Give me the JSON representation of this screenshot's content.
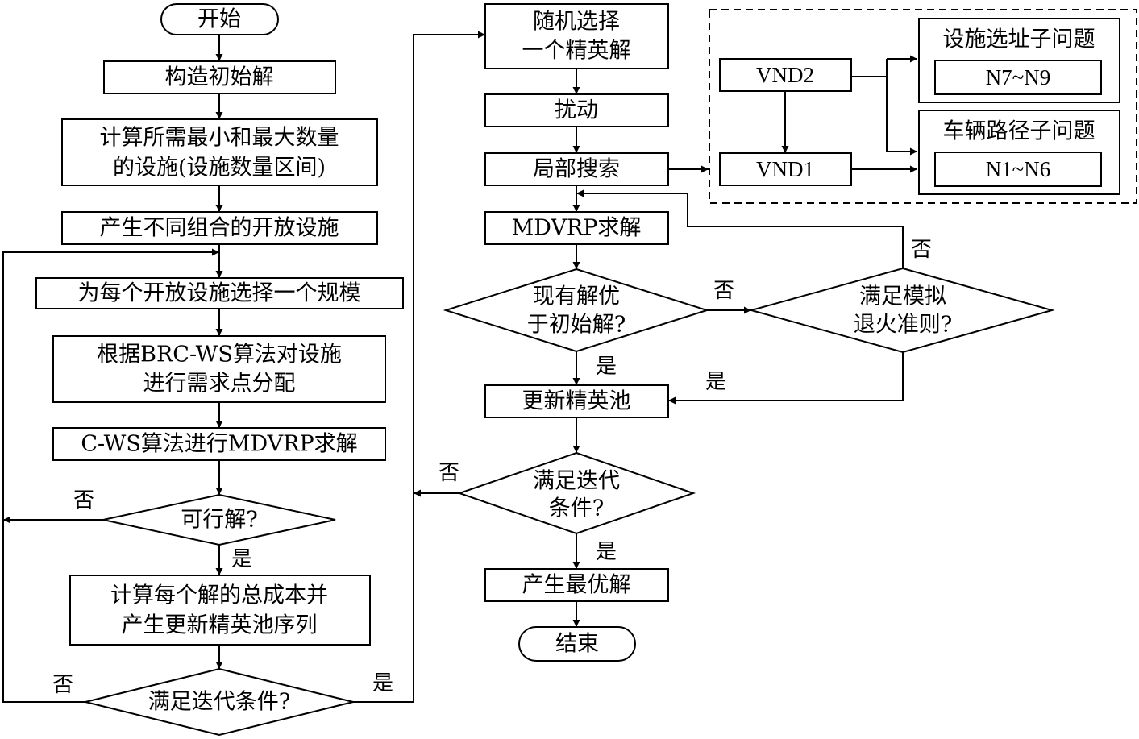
{
  "nodes": {
    "start": "开始",
    "construct_init": "构造初始解",
    "calc_range_l1": "计算所需最小和最大数量",
    "calc_range_l2": "的设施(设施数量区间)",
    "gen_combos": "产生不同组合的开放设施",
    "choose_scale": "为每个开放设施选择一个规模",
    "assign_l1": "根据BRC-WS算法对设施",
    "assign_l2": "进行需求点分配",
    "cws_solve": "C-WS算法进行MDVRP求解",
    "feasible": "可行解?",
    "cost_l1": "计算每个解的总成本并",
    "cost_l2": "产生更新精英池序列",
    "iter_left": "满足迭代条件?",
    "pick_l1": "随机选择",
    "pick_l2": "一个精英解",
    "perturb": "扰动",
    "local_search": "局部搜索",
    "mdvrp": "MDVRP求解",
    "better_l1": "现有解优",
    "better_l2": "于初始解?",
    "sa_l1": "满足模拟",
    "sa_l2": "退火准则?",
    "update_pool": "更新精英池",
    "iter_right_l1": "满足迭代",
    "iter_right_l2": "条件?",
    "best": "产生最优解",
    "end": "结束"
  },
  "vnd": {
    "vnd2": "VND2",
    "vnd1": "VND1",
    "facility_title": "设施选址子问题",
    "facility_range": "N7~N9",
    "routing_title": "车辆路径子问题",
    "routing_range": "N1~N6"
  },
  "labels": {
    "yes": "是",
    "no": "否"
  }
}
